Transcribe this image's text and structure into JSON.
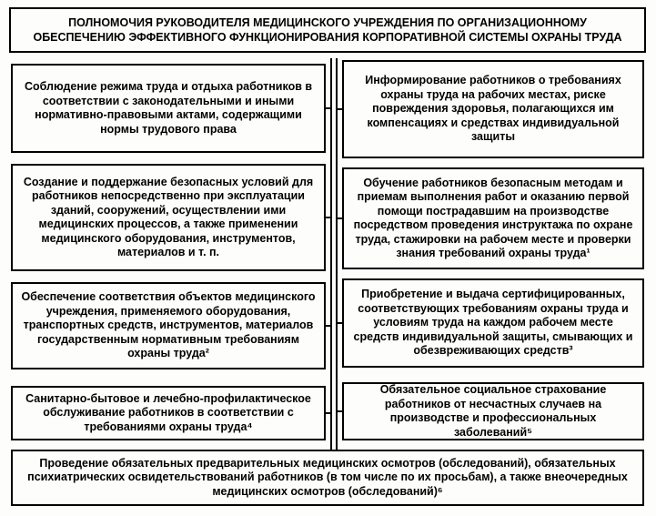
{
  "diagram": {
    "title": "ПОЛНОМОЧИЯ РУКОВОДИТЕЛЯ МЕДИЦИНСКОГО УЧРЕЖДЕНИЯ ПО ОРГАНИЗАЦИОННОМУ ОБЕСПЕЧЕНИЮ ЭФФЕКТИВНОГО ФУНКЦИОНИРОВАНИЯ КОРПОРАТИВНОЙ СИСТЕМЫ ОХРАНЫ ТРУДА",
    "left_column": [
      {
        "text": "Соблюдение режима труда и отдыха работников в соответствии с законодательными и иными нормативно-правовыми актами, содержащими нормы трудового права"
      },
      {
        "text": "Создание и поддержание безопасных условий для работников непосредственно при эксплуатации зданий, сооружений, осуществлении ими медицинских процессов, а также применении медицинского оборудования, инструментов, материалов и т. п."
      },
      {
        "text": "Обеспечение соответствия объектов медицинского учреждения, применяемого оборудования, транспортных средств, инструментов, материалов государственным нормативным требованиям охраны труда²"
      },
      {
        "text": "Санитарно-бытовое и лечебно-профилактическое обслуживание работников в соответствии с требованиями охраны труда⁴"
      }
    ],
    "right_column": [
      {
        "text": "Информирование работников о требованиях охраны труда на рабочих местах, риске повреждения здоровья, полагающихся им компенсациях и средствах индивидуальной защиты"
      },
      {
        "text": "Обучение работников безопасным методам и приемам выполнения работ и оказанию первой помощи пострадавшим на производстве посредством проведения инструктажа по охране труда, стажировки на рабочем месте и проверки знания требований охраны труда¹"
      },
      {
        "text": "Приобретение и выдача сертифицированных, соответствующих требованиям охраны труда и условиям труда на каждом рабочем месте средств индивидуальной защиты, смывающих и обезвреживающих средств³"
      },
      {
        "text": "Обязательное социальное страхование работников от несчастных случаев на производстве и профессиональных заболеваний⁵"
      }
    ],
    "bottom": {
      "text": "Проведение обязательных предварительных медицинских осмотров (обследований), обязательных психиатрических освидетельствований работников (в том числе по их просьбам), а также внеочередных медицинских осмотров (обследований)⁶"
    },
    "colors": {
      "border": "#000000",
      "background": "#fdfdfc",
      "text": "#000000"
    }
  }
}
